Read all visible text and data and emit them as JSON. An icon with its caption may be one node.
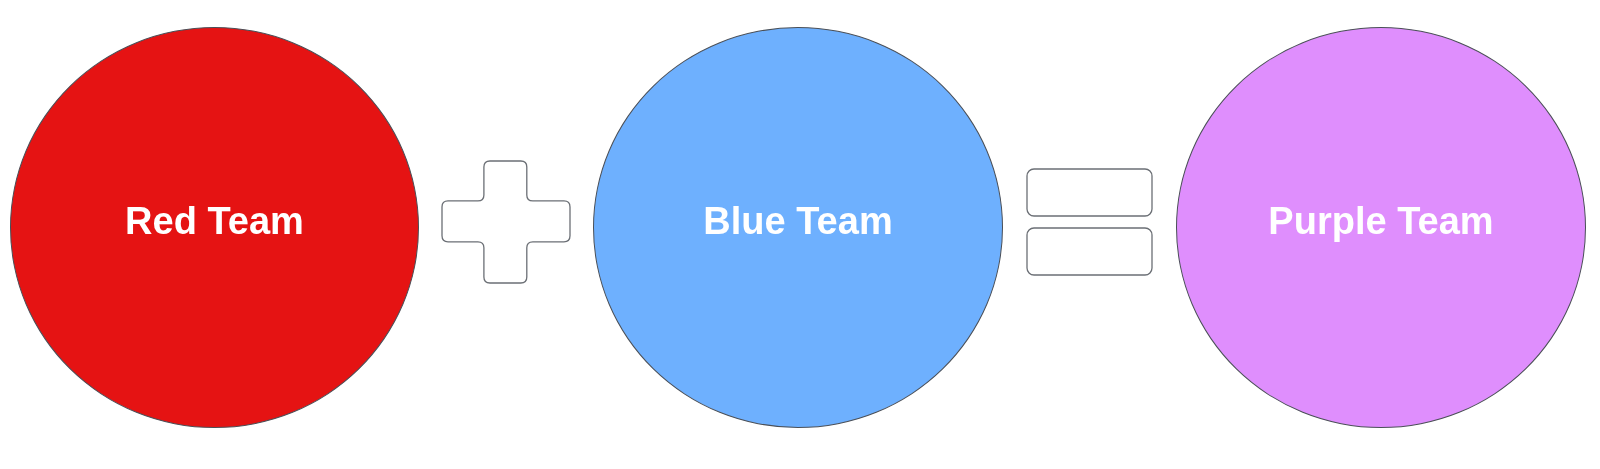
{
  "diagram": {
    "nodes": [
      {
        "text": [
          "Red Team"
        ]
      },
      {
        "text": [],
        "shape": "plus"
      },
      {
        "text": [
          "Blue Team"
        ]
      },
      {
        "text": [],
        "shape": "equals"
      },
      {
        "text": [
          "Purple Team"
        ]
      }
    ]
  }
}
